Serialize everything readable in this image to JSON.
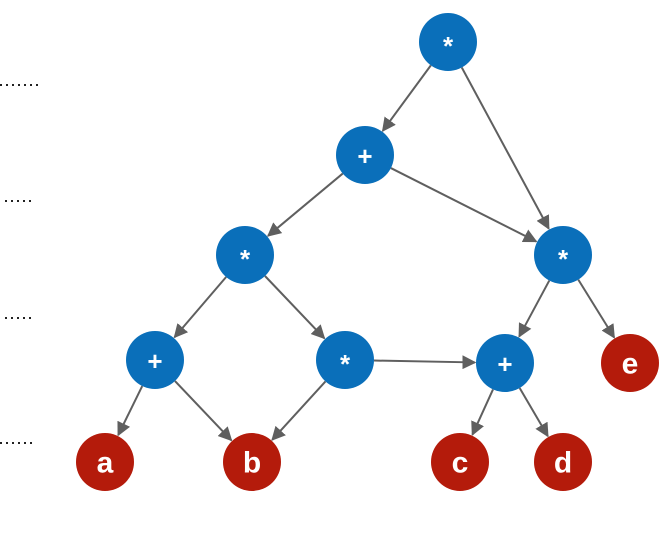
{
  "colors": {
    "operator": "#0a6fba",
    "leaf": "#b41b0b",
    "edge": "#5f5f5f"
  },
  "nodes": [
    {
      "id": "n1",
      "label": "*",
      "kind": "operator"
    },
    {
      "id": "n2",
      "label": "+",
      "kind": "operator"
    },
    {
      "id": "n3",
      "label": "*",
      "kind": "operator"
    },
    {
      "id": "n4",
      "label": "*",
      "kind": "operator"
    },
    {
      "id": "n5",
      "label": "+",
      "kind": "operator"
    },
    {
      "id": "n6",
      "label": "*",
      "kind": "operator"
    },
    {
      "id": "n7",
      "label": "+",
      "kind": "operator"
    },
    {
      "id": "n8",
      "label": "e",
      "kind": "leaf"
    },
    {
      "id": "a",
      "label": "a",
      "kind": "leaf"
    },
    {
      "id": "b",
      "label": "b",
      "kind": "leaf"
    },
    {
      "id": "c",
      "label": "c",
      "kind": "leaf"
    },
    {
      "id": "d",
      "label": "d",
      "kind": "leaf"
    }
  ],
  "edges": [
    [
      "n1",
      "n2"
    ],
    [
      "n1",
      "n4"
    ],
    [
      "n2",
      "n3"
    ],
    [
      "n2",
      "n4"
    ],
    [
      "n3",
      "n5"
    ],
    [
      "n3",
      "n6"
    ],
    [
      "n4",
      "n7"
    ],
    [
      "n4",
      "n8"
    ],
    [
      "n5",
      "a"
    ],
    [
      "n5",
      "b"
    ],
    [
      "n6",
      "b"
    ],
    [
      "n6",
      "n7"
    ],
    [
      "n7",
      "c"
    ],
    [
      "n7",
      "d"
    ]
  ]
}
